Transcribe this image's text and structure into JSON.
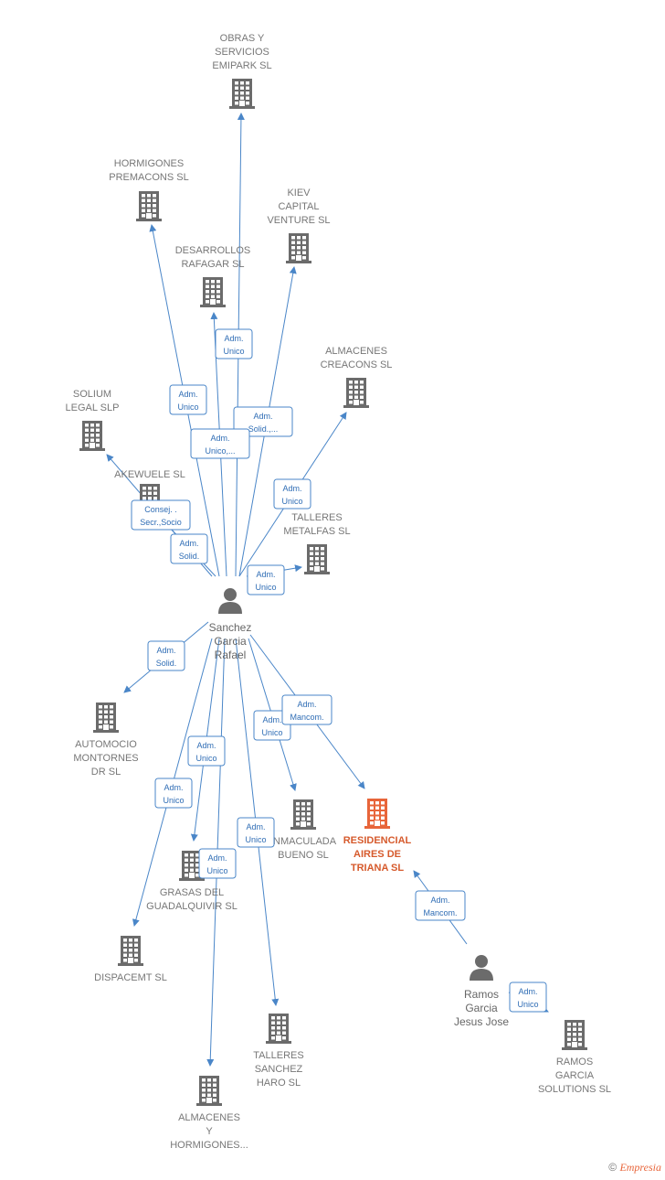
{
  "colors": {
    "edge": "#4a86c8",
    "building": "#6b6b6b",
    "highlight": "#e8653a"
  },
  "people": [
    {
      "id": "p1",
      "lines": [
        "Sanchez",
        "Garcia",
        "Rafael"
      ]
    },
    {
      "id": "p2",
      "lines": [
        "Ramos",
        "Garcia",
        "Jesus Jose"
      ]
    }
  ],
  "companies": [
    {
      "id": "c1",
      "lines": [
        "OBRAS Y",
        "SERVICIOS",
        "EMIPARK  SL"
      ]
    },
    {
      "id": "c2",
      "lines": [
        "HORMIGONES",
        "PREMACONS SL"
      ]
    },
    {
      "id": "c3",
      "lines": [
        "KIEV",
        "CAPITAL",
        "VENTURE  SL"
      ]
    },
    {
      "id": "c4",
      "lines": [
        "DESARROLLOS",
        "RAFAGAR  SL"
      ]
    },
    {
      "id": "c5",
      "lines": [
        "ALMACENES",
        "CREACONS  SL"
      ]
    },
    {
      "id": "c6",
      "lines": [
        "SOLIUM",
        "LEGAL  SLP"
      ]
    },
    {
      "id": "c7",
      "lines": [
        "AKEWUELE SL"
      ]
    },
    {
      "id": "c8",
      "lines": [
        "TALLERES",
        "METALFAS  SL"
      ]
    },
    {
      "id": "c9",
      "lines": [
        "AUTOMOCIO",
        "MONTORNES",
        "DR  SL"
      ]
    },
    {
      "id": "c10",
      "lines": [
        "INMACULADA",
        "BUENO SL"
      ]
    },
    {
      "id": "c11",
      "lines": [
        "RESIDENCIAL",
        "AIRES DE",
        "TRIANA  SL"
      ],
      "highlight": true
    },
    {
      "id": "c12",
      "lines": [
        "GRASAS DEL",
        "GUADALQUIVIR SL"
      ]
    },
    {
      "id": "c13",
      "lines": [
        "DISPACEMT SL"
      ]
    },
    {
      "id": "c14",
      "lines": [
        "TALLERES",
        "SANCHEZ",
        "HARO  SL"
      ]
    },
    {
      "id": "c15",
      "lines": [
        "ALMACENES",
        "Y",
        "HORMIGONES..."
      ]
    },
    {
      "id": "c16",
      "lines": [
        "RAMOS",
        "GARCIA",
        "SOLUTIONS  SL"
      ]
    }
  ],
  "edges": [
    {
      "from": "p1",
      "to": "c1",
      "label": [
        "Adm.",
        "Unico"
      ]
    },
    {
      "from": "p1",
      "to": "c2",
      "label": [
        "Adm.",
        "Unico"
      ]
    },
    {
      "from": "p1",
      "to": "c3",
      "label": [
        "Adm.",
        "Solid.,..."
      ]
    },
    {
      "from": "p1",
      "to": "c4",
      "label": [
        "Adm.",
        "Unico,..."
      ]
    },
    {
      "from": "p1",
      "to": "c5",
      "label": [
        "Adm.",
        "Unico"
      ]
    },
    {
      "from": "p1",
      "to": "c6",
      "label": [
        "Consej. .",
        "Secr.,Socio"
      ]
    },
    {
      "from": "p1",
      "to": "c7",
      "label": [
        "Adm.",
        "Solid."
      ]
    },
    {
      "from": "p1",
      "to": "c8",
      "label": [
        "Adm.",
        "Unico"
      ]
    },
    {
      "from": "p1",
      "to": "c9",
      "label": [
        "Adm.",
        "Solid."
      ]
    },
    {
      "from": "p1",
      "to": "c10",
      "label": [
        "Adm.",
        "Unico"
      ]
    },
    {
      "from": "p1",
      "to": "c11",
      "label": [
        "Adm.",
        "Mancom."
      ]
    },
    {
      "from": "p1",
      "to": "c12",
      "label": [
        "Adm.",
        "Unico"
      ]
    },
    {
      "from": "p1",
      "to": "c13",
      "label": [
        "Adm.",
        "Unico"
      ]
    },
    {
      "from": "p1",
      "to": "c14",
      "label": [
        "Adm.",
        "Unico"
      ]
    },
    {
      "from": "p1",
      "to": "c15",
      "label": [
        "Adm.",
        "Unico"
      ]
    },
    {
      "from": "p2",
      "to": "c11",
      "label": [
        "Adm.",
        "Mancom."
      ]
    },
    {
      "from": "p2",
      "to": "c16",
      "label": [
        "Adm.",
        "Unico"
      ]
    }
  ],
  "footer": {
    "copyright": "©",
    "brand": "Empresia"
  }
}
